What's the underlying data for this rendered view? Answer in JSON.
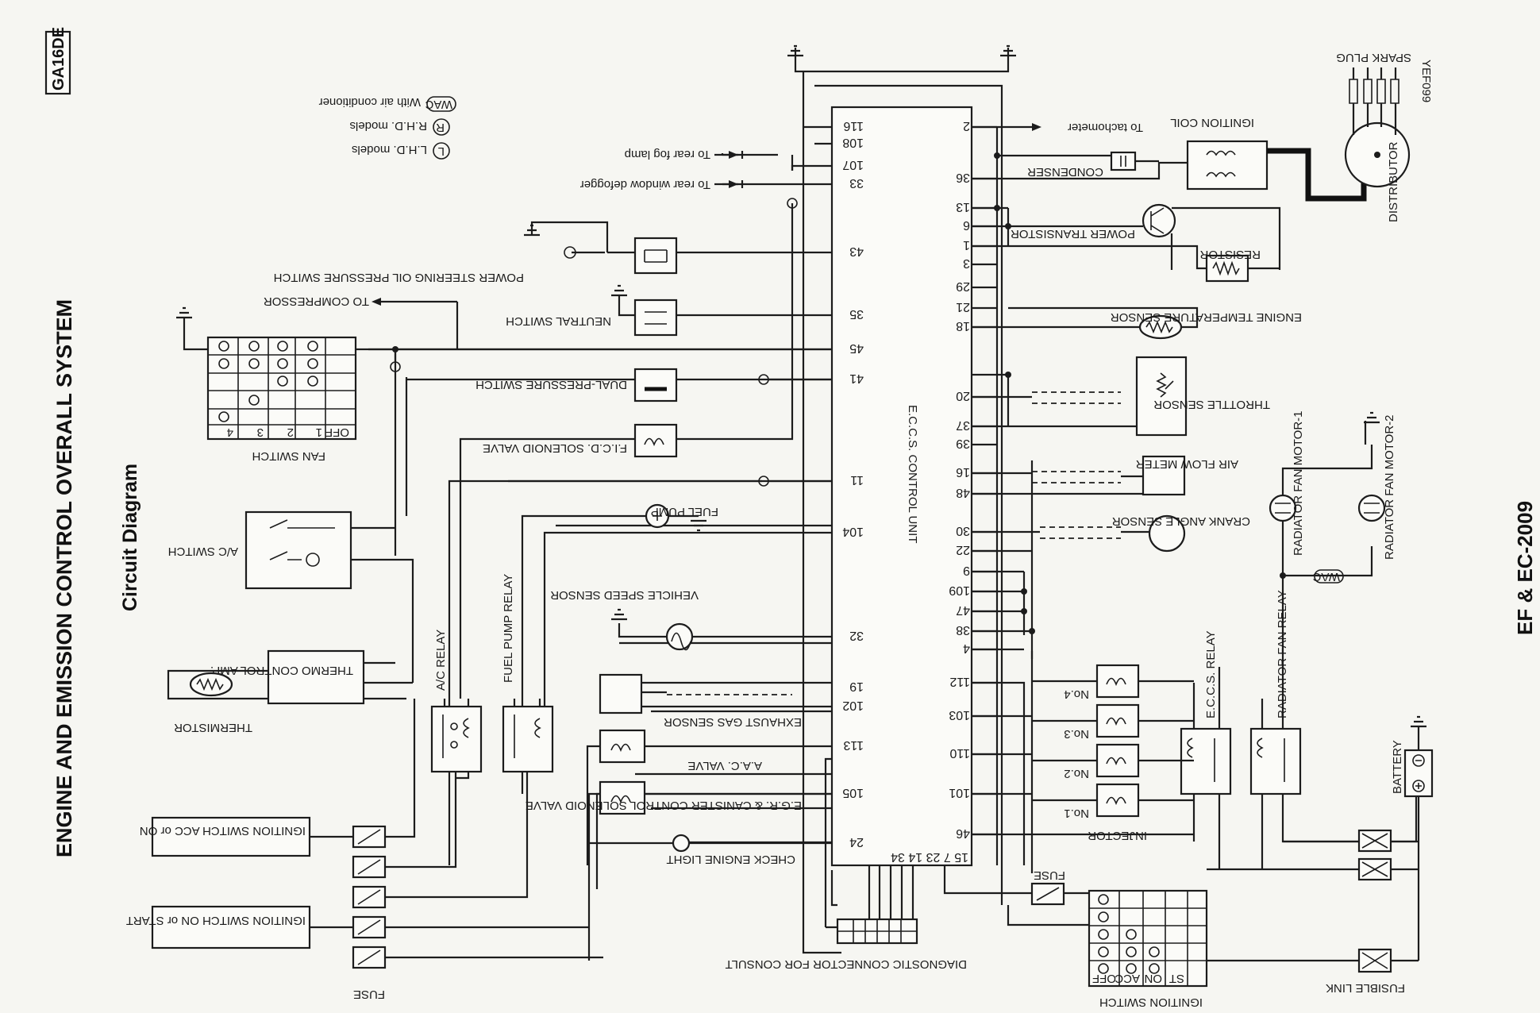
{
  "page": {
    "title": "ENGINE AND EMISSION CONTROL OVERALL SYSTEM",
    "subtitle": "Circuit Diagram",
    "engine_code": "GA16DE",
    "page_number": "EF & EC-2009",
    "figure_code": "YEF099"
  },
  "legend": {
    "L": "L.H.D. models",
    "R": "R.H.D. models",
    "WAC": "With air conditioner",
    "L_symbol": "L",
    "R_symbol": "R",
    "WAC_symbol": "WAC"
  },
  "ecu": {
    "label": "E.C.C.S. CONTROL UNIT",
    "left_pins": [
      "116",
      "108",
      "107",
      "33",
      "43",
      "35",
      "45",
      "41",
      "11",
      "104",
      "32",
      "19",
      "102",
      "113",
      "105",
      "24"
    ],
    "right_pins": [
      "2",
      "36",
      "13",
      "6",
      "1",
      "3",
      "29",
      "21",
      "18",
      "20",
      "37",
      "39",
      "16",
      "48",
      "30",
      "22",
      "9",
      "109",
      "47",
      "38",
      "4",
      "112",
      "103",
      "110",
      "101",
      "46"
    ],
    "bottom_pins": "15 7 23 14 34"
  },
  "left_components": {
    "rear_fog": "To rear fog lamp",
    "rear_window": "To rear window defogger",
    "ps_switch": "POWER STEERING OIL PRESSURE SWITCH",
    "neutral_switch": "NEUTRAL SWITCH",
    "to_compressor": "TO COMPRESSOR",
    "fan_switch": "FAN SWITCH",
    "fan_switch_cols": [
      "OFF",
      "1",
      "2",
      "3",
      "4"
    ],
    "dual_pressure": "DUAL-PRESSURE SWITCH",
    "ficd": "F.I.C.D. SOLENOID VALVE",
    "fuel_pump": "FUEL PUMP",
    "ac_switch": "A/C SWITCH",
    "ac_relay": "A/C RELAY",
    "fuel_pump_relay": "FUEL PUMP RELAY",
    "vehicle_speed": "VEHICLE SPEED SENSOR",
    "thermo_amp": "THERMO CONTROL AMP.",
    "thermistor": "THERMISTOR",
    "exhaust_gas": "EXHAUST GAS SENSOR",
    "aac_valve": "A.A.C. VALVE",
    "egr_valve": "E.G.R. & CANISTER CONTROL SOLENOID VALVE",
    "check_engine": "CHECK ENGINE LIGHT",
    "ignition_acc": "IGNITION SWITCH ACC or ON",
    "ignition_start": "IGNITION SWITCH ON or START",
    "fuse": "FUSE",
    "diag_connector": "DIAGNOSTIC CONNECTOR FOR CONSULT"
  },
  "right_components": {
    "to_tachometer": "To tachometer",
    "ignition_coil": "IGNITION COIL",
    "spark_plug": "SPARK PLUG",
    "distributor": "DISTRIBUTOR",
    "condenser": "CONDENSER",
    "power_transistor": "POWER TRANSISTOR",
    "resistor": "RESISTOR",
    "engine_temp": "ENGINE TEMPERATURE SENSOR",
    "throttle_sensor": "THROTTLE SENSOR",
    "air_flow": "AIR FLOW METER",
    "crank_angle": "CRANK ANGLE SENSOR",
    "radiator_fan_1": "RADIATOR FAN MOTOR-1",
    "radiator_fan_2": "RADIATOR FAN MOTOR-2",
    "eccs_relay": "E.C.C.S. RELAY",
    "radiator_relay": "RADIATOR FAN RELAY",
    "battery": "BATTERY",
    "injector": "INJECTOR",
    "injectors": [
      "No.4",
      "No.3",
      "No.2",
      "No.1"
    ],
    "fuse": "FUSE",
    "ignition_switch": "IGNITION SWITCH",
    "ign_cols": [
      "OFF",
      "ACC",
      "ON",
      "ST"
    ],
    "fusible_link": "FUSIBLE LINK",
    "wac_tag": "WAC"
  }
}
